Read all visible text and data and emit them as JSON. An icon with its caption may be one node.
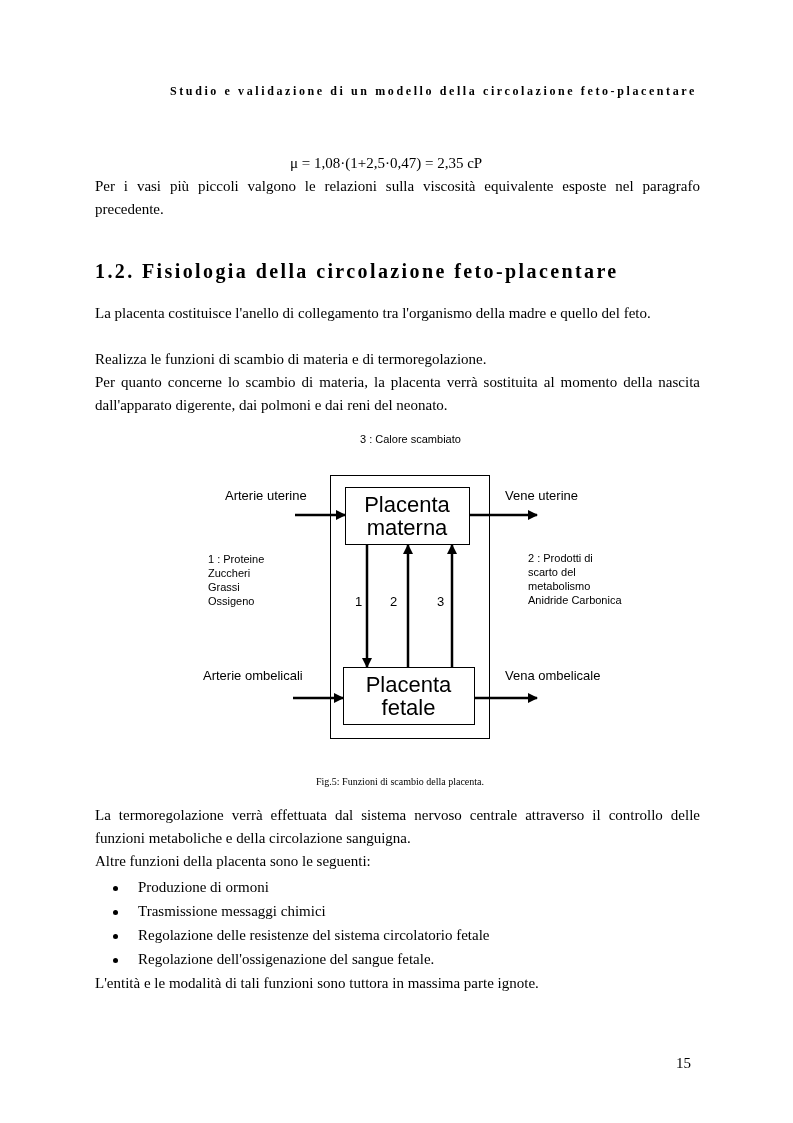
{
  "diagram": {
    "caption": "Fig.5: Funzioni di scambio della placenta.",
    "nodes": [
      {
        "text": [],
        "shape": "box"
      },
      {
        "text": [
          "Placenta materna"
        ],
        "in": 0
      },
      {
        "text": [
          "Placenta fetale"
        ],
        "in": 0
      }
    ],
    "edges": [
      {
        "from": null,
        "to": 1,
        "arrow": "to",
        "label": "Arterie uterine"
      },
      {
        "from": 1,
        "to": null,
        "arrow": "to",
        "label": "Vene uterine"
      },
      {
        "from": null,
        "to": 2,
        "arrow": "to",
        "label": "Arterie ombelicali"
      },
      {
        "from": 2,
        "to": null,
        "arrow": "to",
        "label": "Vena ombelicale"
      },
      {
        "from": 1,
        "to": 2,
        "arrow": "to",
        "label": "1"
      },
      {
        "from": 2,
        "to": 1,
        "arrow": "to",
        "label": "2"
      },
      {
        "from": 2,
        "to": 1,
        "arrow": "to",
        "label": "3"
      }
    ],
    "labels": [
      "Studio e validazione di un modello della circolazione feto-placentare",
      "μ = 1,08·(1+2,5·0,47) = 2,35 cP",
      "Per i vasi più piccoli valgono le relazioni sulla viscosità equivalente esposte nel paragrafo precedente.",
      "1.2. Fisiologia della circolazione feto-placentare",
      "La placenta costituisce l'anello di collegamento tra l'organismo della madre e quello del feto.",
      "Realizza le funzioni di scambio di materia e di termoregolazione.",
      "Per quanto concerne lo scambio di materia, la placenta verrà sostituita al momento della nascita dall'apparato digerente, dai polmoni e dai reni del neonato.",
      "3 : Calore scambiato",
      "1 : Proteine Zuccheri Grassi Ossigeno",
      "2 : Prodotti di scarto del metabolismo Anidride Carbonica",
      "La termoregolazione verrà effettuata dal sistema nervoso centrale attraverso il controllo delle funzioni metaboliche e della circolazione sanguigna.",
      "Altre funzioni della placenta sono le seguenti:",
      "Produzione di ormoni",
      "Trasmissione messaggi chimici",
      "Regolazione delle resistenze del sistema circolatorio fetale",
      "Regolazione dell'ossigenazione del sangue fetale.",
      "L'entità e le modalità di tali funzioni sono tuttora in massima parte ignote.",
      "15"
    ]
  }
}
